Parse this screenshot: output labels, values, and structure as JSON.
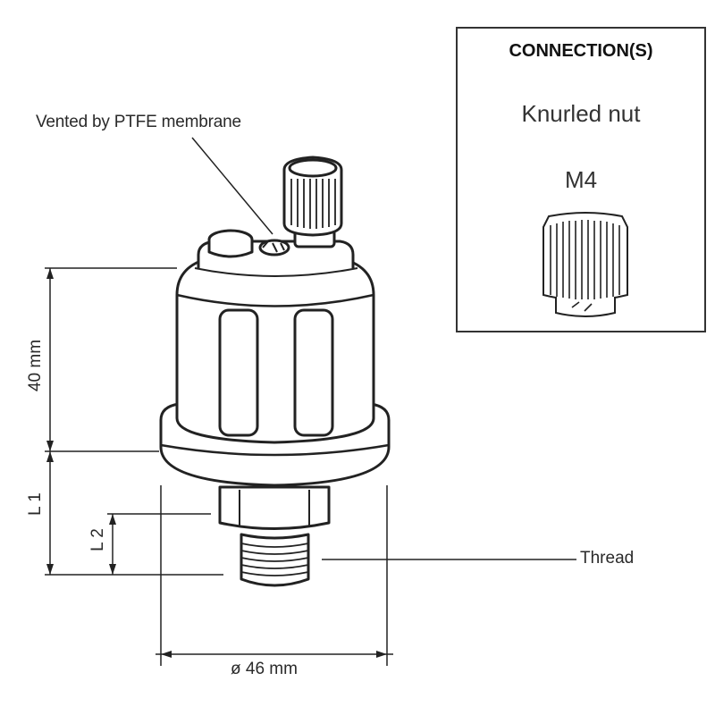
{
  "callouts": {
    "vent": "Vented by PTFE membrane",
    "thread": "Thread"
  },
  "dimensions": {
    "height": "40 mm",
    "l1": "L 1",
    "l2": "L 2",
    "diameter": "ø 46 mm"
  },
  "connection": {
    "title": "CONNECTION(S)",
    "name": "Knurled nut",
    "size": "M4",
    "icon": "knurled-nut-icon"
  },
  "colors": {
    "line": "#222222",
    "text": "#2a2a2a"
  }
}
